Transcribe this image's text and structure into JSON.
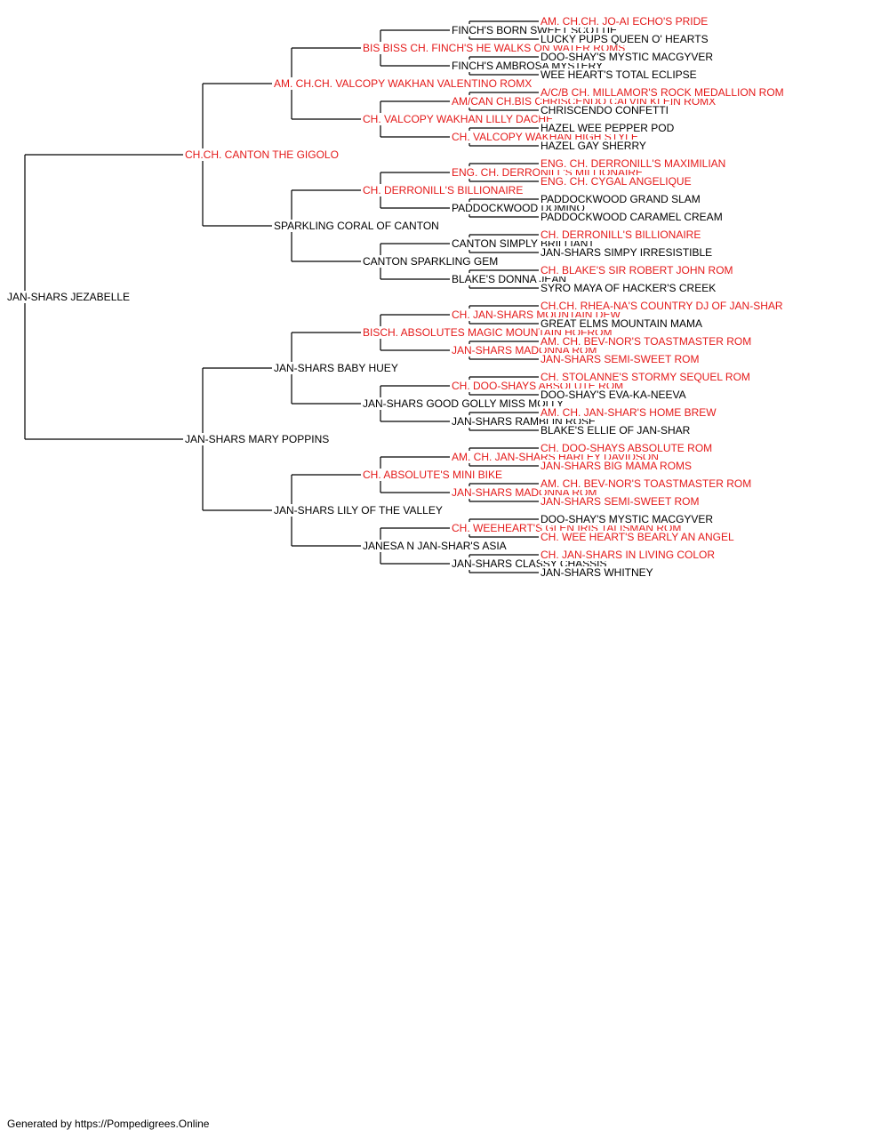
{
  "colors": {
    "titled": "#e41a1a",
    "plain": "#000000",
    "lines": "#000000",
    "background": "#ffffff"
  },
  "pedigree": {
    "name": "JAN-SHARS JEZABELLE",
    "titled": false,
    "sire": {
      "name": "CH.CH. CANTON THE GIGOLO",
      "titled": true,
      "sire": {
        "name": "AM. CH.CH. VALCOPY WAKHAN VALENTINO ROMX",
        "titled": true,
        "sire": {
          "name": "BIS BISS CH. FINCH'S HE WALKS ON WATER ROMS",
          "titled": true,
          "sire": {
            "name": "FINCH'S BORN SWEET SCOTTIE",
            "titled": false,
            "sire": {
              "name": "AM. CH.CH. JO-AI ECHO'S PRIDE",
              "titled": true
            },
            "dam": {
              "name": "LUCKY PUPS QUEEN O' HEARTS",
              "titled": false
            }
          },
          "dam": {
            "name": "FINCH'S AMBROSA MYSTERY",
            "titled": false,
            "sire": {
              "name": "DOO-SHAY'S MYSTIC MACGYVER",
              "titled": false
            },
            "dam": {
              "name": "WEE HEART'S TOTAL ECLIPSE",
              "titled": false
            }
          }
        },
        "dam": {
          "name": "CH. VALCOPY WAKHAN LILLY DACHE",
          "titled": true,
          "sire": {
            "name": "AM/CAN CH.BIS CHRISCENDO CALVIN KLEIN ROMX",
            "titled": true,
            "sire": {
              "name": "A/C/B CH. MILLAMOR'S ROCK MEDALLION ROM",
              "titled": true
            },
            "dam": {
              "name": "CHRISCENDO CONFETTI",
              "titled": false
            }
          },
          "dam": {
            "name": "CH. VALCOPY WAKHAN HIGH STYLE",
            "titled": true,
            "sire": {
              "name": "HAZEL WEE PEPPER POD",
              "titled": false
            },
            "dam": {
              "name": "HAZEL GAY SHERRY",
              "titled": false
            }
          }
        }
      },
      "dam": {
        "name": "SPARKLING CORAL OF CANTON",
        "titled": false,
        "sire": {
          "name": "CH. DERRONILL'S BILLIONAIRE",
          "titled": true,
          "sire": {
            "name": "ENG. CH. DERRONILL'S MILLIONAIRE",
            "titled": true,
            "sire": {
              "name": "ENG. CH. DERRONILL'S MAXIMILIAN",
              "titled": true
            },
            "dam": {
              "name": "ENG. CH. CYGAL ANGELIQUE",
              "titled": true
            }
          },
          "dam": {
            "name": "PADDOCKWOOD DOMINO",
            "titled": false,
            "sire": {
              "name": "PADDOCKWOOD GRAND SLAM",
              "titled": false
            },
            "dam": {
              "name": "PADDOCKWOOD CARAMEL CREAM",
              "titled": false
            }
          }
        },
        "dam": {
          "name": "CANTON SPARKLING GEM",
          "titled": false,
          "sire": {
            "name": "CANTON SIMPLY BRILLIANT",
            "titled": false,
            "sire": {
              "name": "CH. DERRONILL'S BILLIONAIRE",
              "titled": true
            },
            "dam": {
              "name": "JAN-SHARS SIMPY IRRESISTIBLE",
              "titled": false
            }
          },
          "dam": {
            "name": "BLAKE'S DONNA JEAN",
            "titled": false,
            "sire": {
              "name": "CH. BLAKE'S SIR ROBERT JOHN ROM",
              "titled": true
            },
            "dam": {
              "name": "SYRO MAYA OF HACKER'S CREEK",
              "titled": false
            }
          }
        }
      }
    },
    "dam": {
      "name": "JAN-SHARS MARY POPPINS",
      "titled": false,
      "sire": {
        "name": "JAN-SHARS BABY HUEY",
        "titled": false,
        "sire": {
          "name": "BISCH. ABSOLUTES MAGIC MOUNTAIN HOFROM",
          "titled": true,
          "sire": {
            "name": "CH. JAN-SHARS MOUNTAIN DEW",
            "titled": true,
            "sire": {
              "name": "CH.CH. RHEA-NA'S COUNTRY DJ OF JAN-SHAR",
              "titled": true
            },
            "dam": {
              "name": "GREAT ELMS MOUNTAIN MAMA",
              "titled": false
            }
          },
          "dam": {
            "name": "JAN-SHARS MADONNA ROM",
            "titled": true,
            "sire": {
              "name": "AM. CH. BEV-NOR'S TOASTMASTER ROM",
              "titled": true
            },
            "dam": {
              "name": "JAN-SHARS SEMI-SWEET ROM",
              "titled": true
            }
          }
        },
        "dam": {
          "name": "JAN-SHARS GOOD GOLLY MISS MOLLY",
          "titled": false,
          "sire": {
            "name": "CH. DOO-SHAYS ABSOLUTE ROM",
            "titled": true,
            "sire": {
              "name": "CH. STOLANNE'S STORMY SEQUEL ROM",
              "titled": true
            },
            "dam": {
              "name": "DOO-SHAY'S EVA-KA-NEEVA",
              "titled": false
            }
          },
          "dam": {
            "name": "JAN-SHARS RAMBLIN ROSE",
            "titled": false,
            "sire": {
              "name": "AM. CH. JAN-SHAR'S HOME BREW",
              "titled": true
            },
            "dam": {
              "name": "BLAKE'S ELLIE OF JAN-SHAR",
              "titled": false
            }
          }
        }
      },
      "dam": {
        "name": "JAN-SHARS LILY OF THE VALLEY",
        "titled": false,
        "sire": {
          "name": "CH. ABSOLUTE'S MINI BIKE",
          "titled": true,
          "sire": {
            "name": "AM. CH. JAN-SHARS HARLEY DAVIDSON",
            "titled": true,
            "sire": {
              "name": "CH. DOO-SHAYS ABSOLUTE ROM",
              "titled": true
            },
            "dam": {
              "name": "JAN-SHARS BIG MAMA ROMS",
              "titled": true
            }
          },
          "dam": {
            "name": "JAN-SHARS MADONNA ROM",
            "titled": true,
            "sire": {
              "name": "AM. CH. BEV-NOR'S TOASTMASTER ROM",
              "titled": true
            },
            "dam": {
              "name": "JAN-SHARS SEMI-SWEET ROM",
              "titled": true
            }
          }
        },
        "dam": {
          "name": "JANESA N JAN-SHAR'S ASIA",
          "titled": false,
          "sire": {
            "name": "CH. WEEHEART'S GLEN IRIS TALISMAN ROM",
            "titled": true,
            "sire": {
              "name": "DOO-SHAY'S MYSTIC MACGYVER",
              "titled": false
            },
            "dam": {
              "name": "CH. WEE HEART'S BEARLY AN ANGEL",
              "titled": true
            }
          },
          "dam": {
            "name": "JAN-SHARS CLASSY CHASSIS",
            "titled": false,
            "sire": {
              "name": "CH. JAN-SHARS IN LIVING COLOR",
              "titled": true
            },
            "dam": {
              "name": "JAN-SHARS WHITNEY",
              "titled": false
            }
          }
        }
      }
    }
  },
  "footer": {
    "text": "Generated by https://Pompedigrees.Online"
  }
}
